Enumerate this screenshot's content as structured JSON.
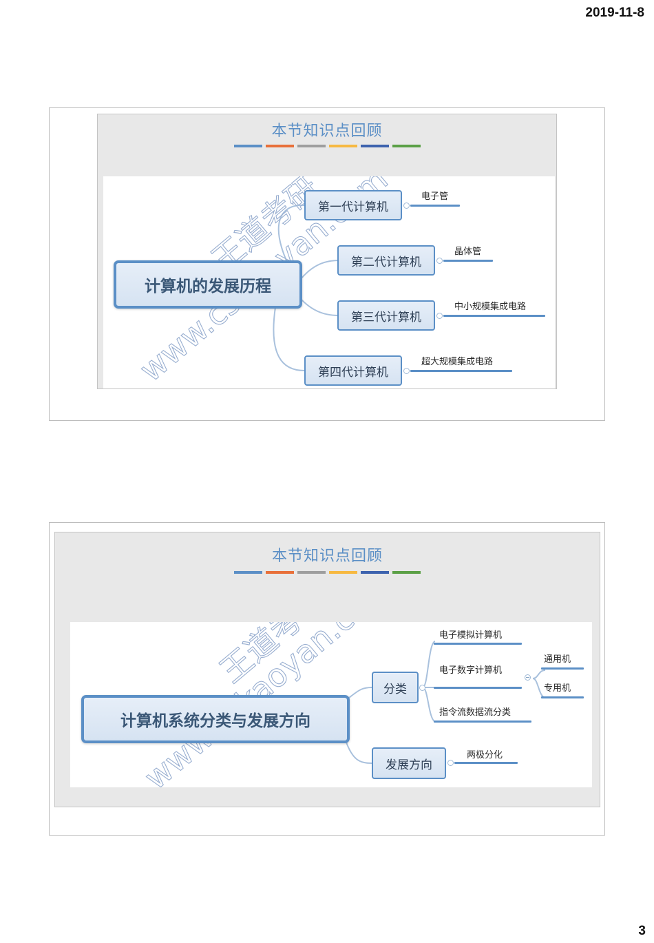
{
  "page": {
    "date": "2019-11-8",
    "page_number": "3"
  },
  "theme": {
    "title_color": "#5b8fc6",
    "node_border": "#5b8fc6",
    "color_bars": [
      "#5b8fc6",
      "#e8703a",
      "#9e9e9e",
      "#f7b941",
      "#3d63ae",
      "#5ba046"
    ]
  },
  "watermark": {
    "cn": "王道考研",
    "url": "www.cskaoyan.com"
  },
  "slides": [
    {
      "title": "本节知识点回顾",
      "mindmap": {
        "root": "计算机的发展历程",
        "branches": [
          {
            "label": "第一代计算机",
            "leaves": [
              "电子管"
            ]
          },
          {
            "label": "第二代计算机",
            "leaves": [
              "晶体管"
            ]
          },
          {
            "label": "第三代计算机",
            "leaves": [
              "中小规模集成电路"
            ]
          },
          {
            "label": "第四代计算机",
            "leaves": [
              "超大规模集成电路"
            ]
          }
        ]
      }
    },
    {
      "title": "本节知识点回顾",
      "mindmap": {
        "root": "计算机系统分类与发展方向",
        "branches": [
          {
            "label": "分类",
            "leaves": [
              {
                "label": "电子模拟计算机"
              },
              {
                "label": "电子数字计算机",
                "children": [
                  "通用机",
                  "专用机"
                ]
              },
              {
                "label": "指令流数据流分类"
              }
            ]
          },
          {
            "label": "发展方向",
            "leaves": [
              {
                "label": "两极分化"
              }
            ]
          }
        ]
      }
    }
  ]
}
